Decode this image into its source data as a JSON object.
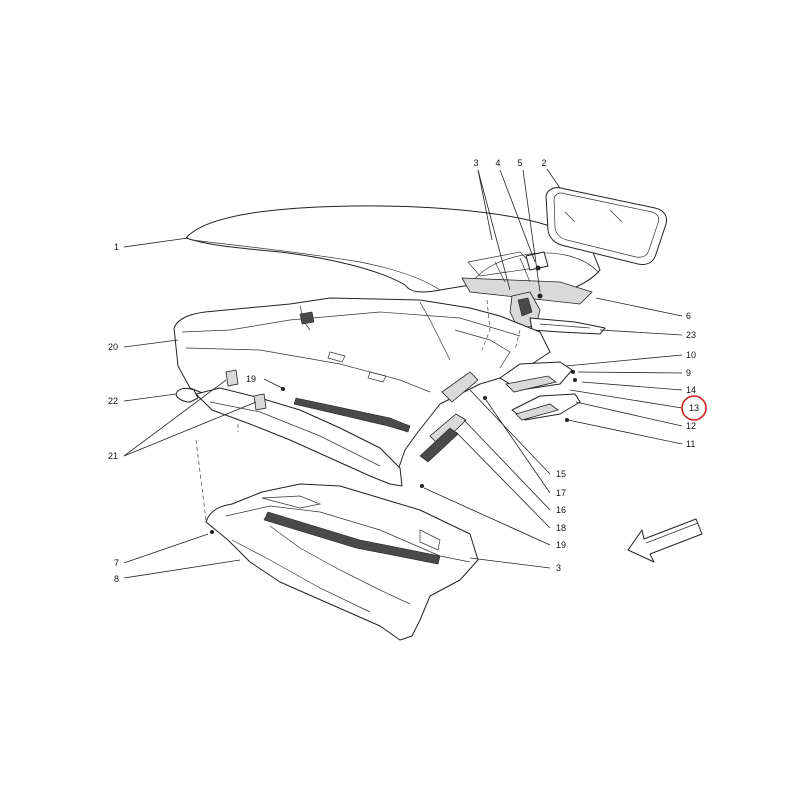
{
  "diagram": {
    "callouts": [
      {
        "id": "c1",
        "label": "1"
      },
      {
        "id": "c2",
        "label": "2"
      },
      {
        "id": "c3a",
        "label": "3"
      },
      {
        "id": "c3b",
        "label": "3"
      },
      {
        "id": "c4",
        "label": "4"
      },
      {
        "id": "c5",
        "label": "5"
      },
      {
        "id": "c6",
        "label": "6"
      },
      {
        "id": "c7",
        "label": "7"
      },
      {
        "id": "c8",
        "label": "8"
      },
      {
        "id": "c9",
        "label": "9"
      },
      {
        "id": "c10",
        "label": "10"
      },
      {
        "id": "c11",
        "label": "11"
      },
      {
        "id": "c12",
        "label": "12"
      },
      {
        "id": "c13",
        "label": "13"
      },
      {
        "id": "c14",
        "label": "14"
      },
      {
        "id": "c15",
        "label": "15"
      },
      {
        "id": "c16",
        "label": "16"
      },
      {
        "id": "c17",
        "label": "17"
      },
      {
        "id": "c18",
        "label": "18"
      },
      {
        "id": "c19a",
        "label": "19"
      },
      {
        "id": "c19b",
        "label": "19"
      },
      {
        "id": "c20",
        "label": "20"
      },
      {
        "id": "c21",
        "label": "21"
      },
      {
        "id": "c22",
        "label": "22"
      },
      {
        "id": "c23",
        "label": "23"
      }
    ],
    "highlighted_callout": "13",
    "highlight_color": "#d42020",
    "direction_arrow": "front-of-vehicle-arrow-icon"
  }
}
